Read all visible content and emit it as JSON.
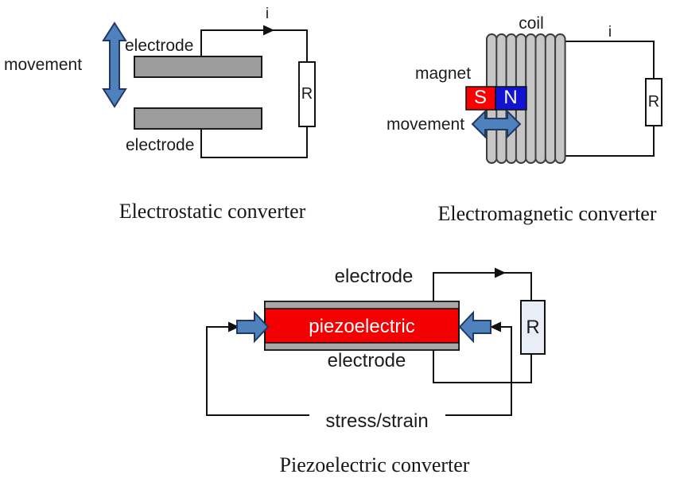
{
  "colors": {
    "arrow_blue": "#4f81bd",
    "arrow_blue_border": "#1f3864",
    "plate_gray": "#9c9c9c",
    "coil_gray": "#c6c6c6",
    "coil_border": "#3d3d3d",
    "magnet_red": "#fa0000",
    "magnet_blue": "#1212d4",
    "piezo_red": "#f40000",
    "electrode_strip_gray": "#a8a8a8",
    "resistor_white": "#ffffff",
    "resistor_light": "#e9eef6",
    "wire_black": "#111111",
    "text_black": "#1c1c1c"
  },
  "electrostatic": {
    "title": "Electrostatic converter",
    "movement_label": "movement",
    "electrode_top_label": "electrode",
    "electrode_bottom_label": "electrode",
    "current_label": "i",
    "resistor_label": "R"
  },
  "electromagnetic": {
    "title": "Electromagnetic converter",
    "coil_label": "coil",
    "magnet_label": "magnet",
    "south_pole_label": "S",
    "north_pole_label": "N",
    "movement_label": "movement",
    "current_label": "i",
    "resistor_label": "R"
  },
  "piezoelectric": {
    "title": "Piezoelectric converter",
    "electrode_top_label": "electrode",
    "electrode_bottom_label": "electrode",
    "material_label": "piezoelectric",
    "stress_strain_label": "stress/strain",
    "resistor_label": "R"
  }
}
